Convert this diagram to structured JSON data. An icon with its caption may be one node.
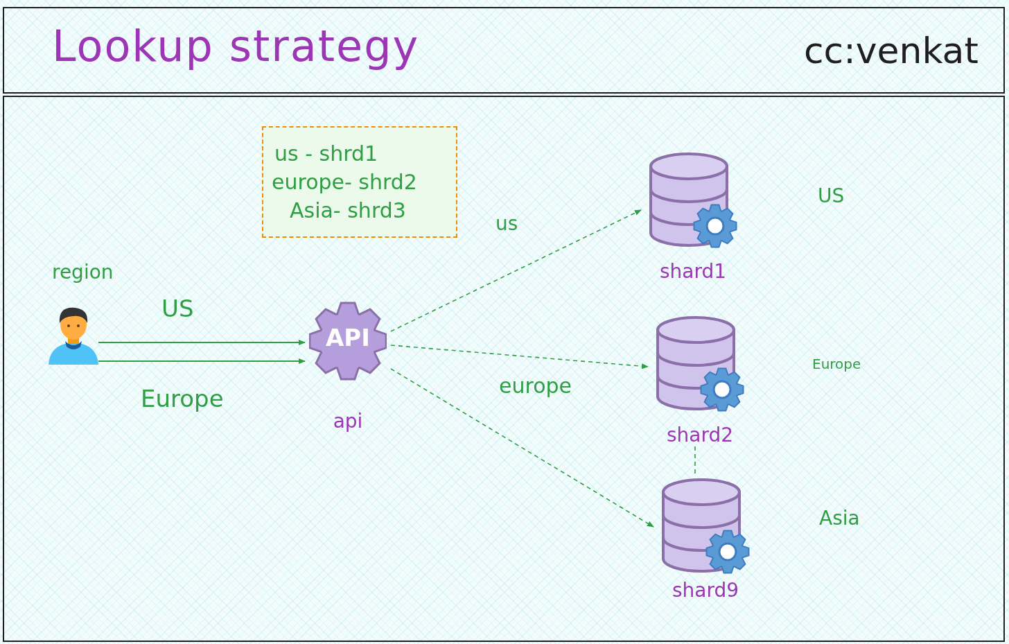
{
  "diagram": {
    "title": "Lookup strategy",
    "nodes": [
      {
        "text": [
          "us - shrd1",
          "europe- shrd2",
          "Asia- shrd3"
        ]
      },
      {
        "text": [],
        "shape": "person",
        "beside": [
          "region"
        ]
      },
      {
        "text": [
          "API"
        ],
        "beside": [
          "api"
        ]
      },
      {
        "text": [],
        "shape": "cylinder",
        "beside": [
          "shard1"
        ]
      },
      {
        "text": [],
        "shape": "cylinder",
        "beside": [
          "shard2"
        ]
      },
      {
        "text": [],
        "shape": "cylinder",
        "beside": [
          "shard9"
        ]
      }
    ],
    "edges": [
      {
        "from": 1,
        "to": 2,
        "arrow": "to",
        "label": "US"
      },
      {
        "from": 1,
        "to": 2,
        "arrow": "to",
        "label": "Europe"
      },
      {
        "from": 2,
        "to": 3,
        "arrow": "to",
        "style": "dashed"
      },
      {
        "from": 2,
        "to": 4,
        "arrow": "to",
        "style": "dashed"
      },
      {
        "from": 2,
        "to": 5,
        "arrow": "to",
        "style": "dashed"
      },
      {
        "from": 4,
        "to": 5,
        "arrow": "none",
        "style": "dashed"
      }
    ],
    "labels": [
      "cc:venkat",
      "us",
      "europe",
      "US",
      "Europe",
      "Asia"
    ]
  }
}
